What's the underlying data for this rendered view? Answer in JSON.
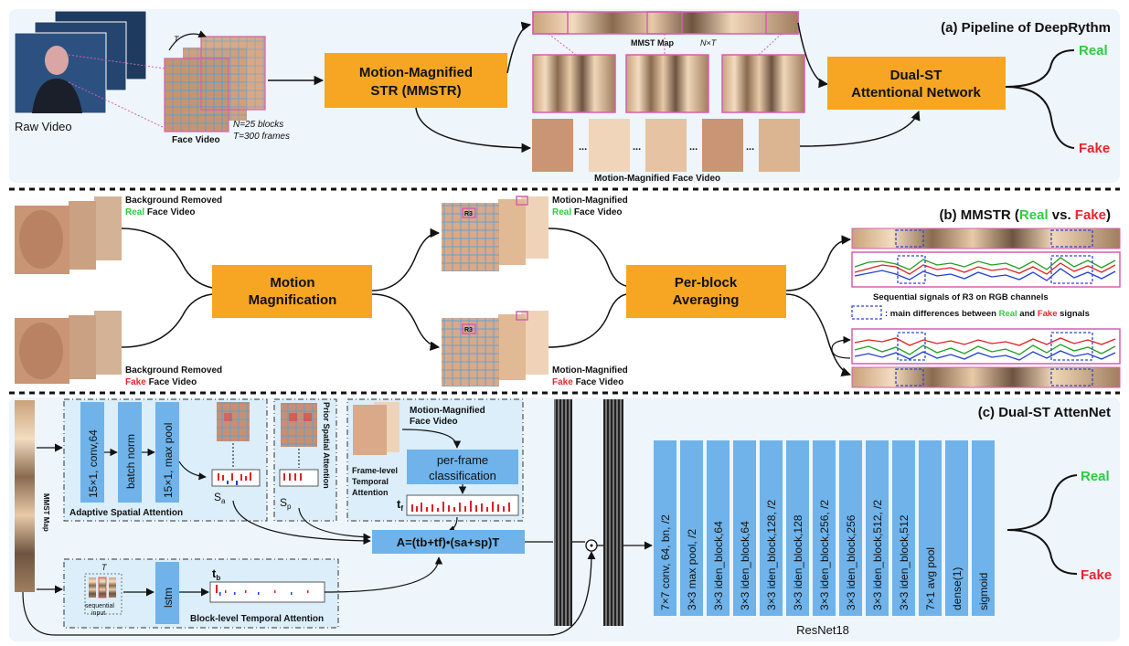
{
  "section_a": {
    "title": "(a) Pipeline of DeepRythm",
    "raw_video": "Raw Video",
    "face_video": "Face Video",
    "t_symbol": "T",
    "n_blocks": "N=25 blocks",
    "t_frames": "T=300 frames",
    "mmstr_line1": "Motion-Magnified",
    "mmstr_line2": "STR (MMSTR)",
    "mmst_map": "MMST Map",
    "nxt": "N×T",
    "mm_face_video": "Motion-Magnified Face Video",
    "dual_line1": "Dual-ST",
    "dual_line2": "Attentional Network",
    "real": "Real",
    "fake": "Fake",
    "dots": "..."
  },
  "section_b": {
    "title_prefix": "(b) MMSTR (",
    "title_real": "Real",
    "title_vs": " vs. ",
    "title_fake": "Fake",
    "title_suffix": ")",
    "bg_removed": "Background Removed",
    "real": "Real",
    "fake": "Fake",
    "face_video_suffix": " Face Video",
    "motion_mag_line1": "Motion",
    "motion_mag_line2": "Magnification",
    "mm_prefix": "Motion-Magnified",
    "per_block_line1": "Per-block",
    "per_block_line2": "Averaging",
    "r3": "R3",
    "seq_signals": "Sequential signals of R3 on RGB channels",
    "legend_prefix": ": main differences between ",
    "legend_and": " and ",
    "legend_suffix": " signals"
  },
  "section_c": {
    "title": "(c) Dual-ST AttenNet",
    "mmst_map": "MMST Map",
    "conv": "15×1, conv,64",
    "bn": "batch norm",
    "maxpool": "15×1, max pool",
    "adaptive": "Adaptive Spatial Attention",
    "sa": "S",
    "sa_sub": "a",
    "prior": "Prior Spatial Attention",
    "sp": "S",
    "sp_sub": "p",
    "mm_face_line1": "Motion-Magnified",
    "mm_face_line2": "Face Video",
    "perframe_line1": "per-frame",
    "perframe_line2": "classification",
    "frame_level_1": "Frame-level",
    "frame_level_2": "Temporal",
    "frame_level_3": "Attention",
    "tf": "t",
    "tf_sub": "f",
    "formula": "A=(tb+tf)•(sa+sp)T",
    "t_symbol": "T",
    "seq_input_1": "sequential",
    "seq_input_2": "input",
    "lstm": "lstm",
    "tb": "t",
    "tb_sub": "b",
    "block_level": "Block-level Temporal Attention",
    "resnet_layers": [
      "7×7  conv, 64, bn, /2",
      "3×3  max pool, /2",
      "3×3 iden_block,64",
      "3×3 iden_block,64",
      "3×3 iden_block,128, /2",
      "3×3 iden_block,128",
      "3×3 iden_block,256, /2",
      "3×3 iden_block,256",
      "3×3 iden_block,512, /2",
      "3×3 iden_block,512",
      "7×1 avg pool",
      "dense(1)",
      "sigmoid"
    ],
    "resnet_label": "ResNet18",
    "real": "Real",
    "fake": "Fake"
  },
  "colors": {
    "orange": "#f6a623",
    "blue": "#6fb3ea",
    "panel": "#eef5fb",
    "real": "#2ecc40",
    "fake": "#e8252b"
  }
}
